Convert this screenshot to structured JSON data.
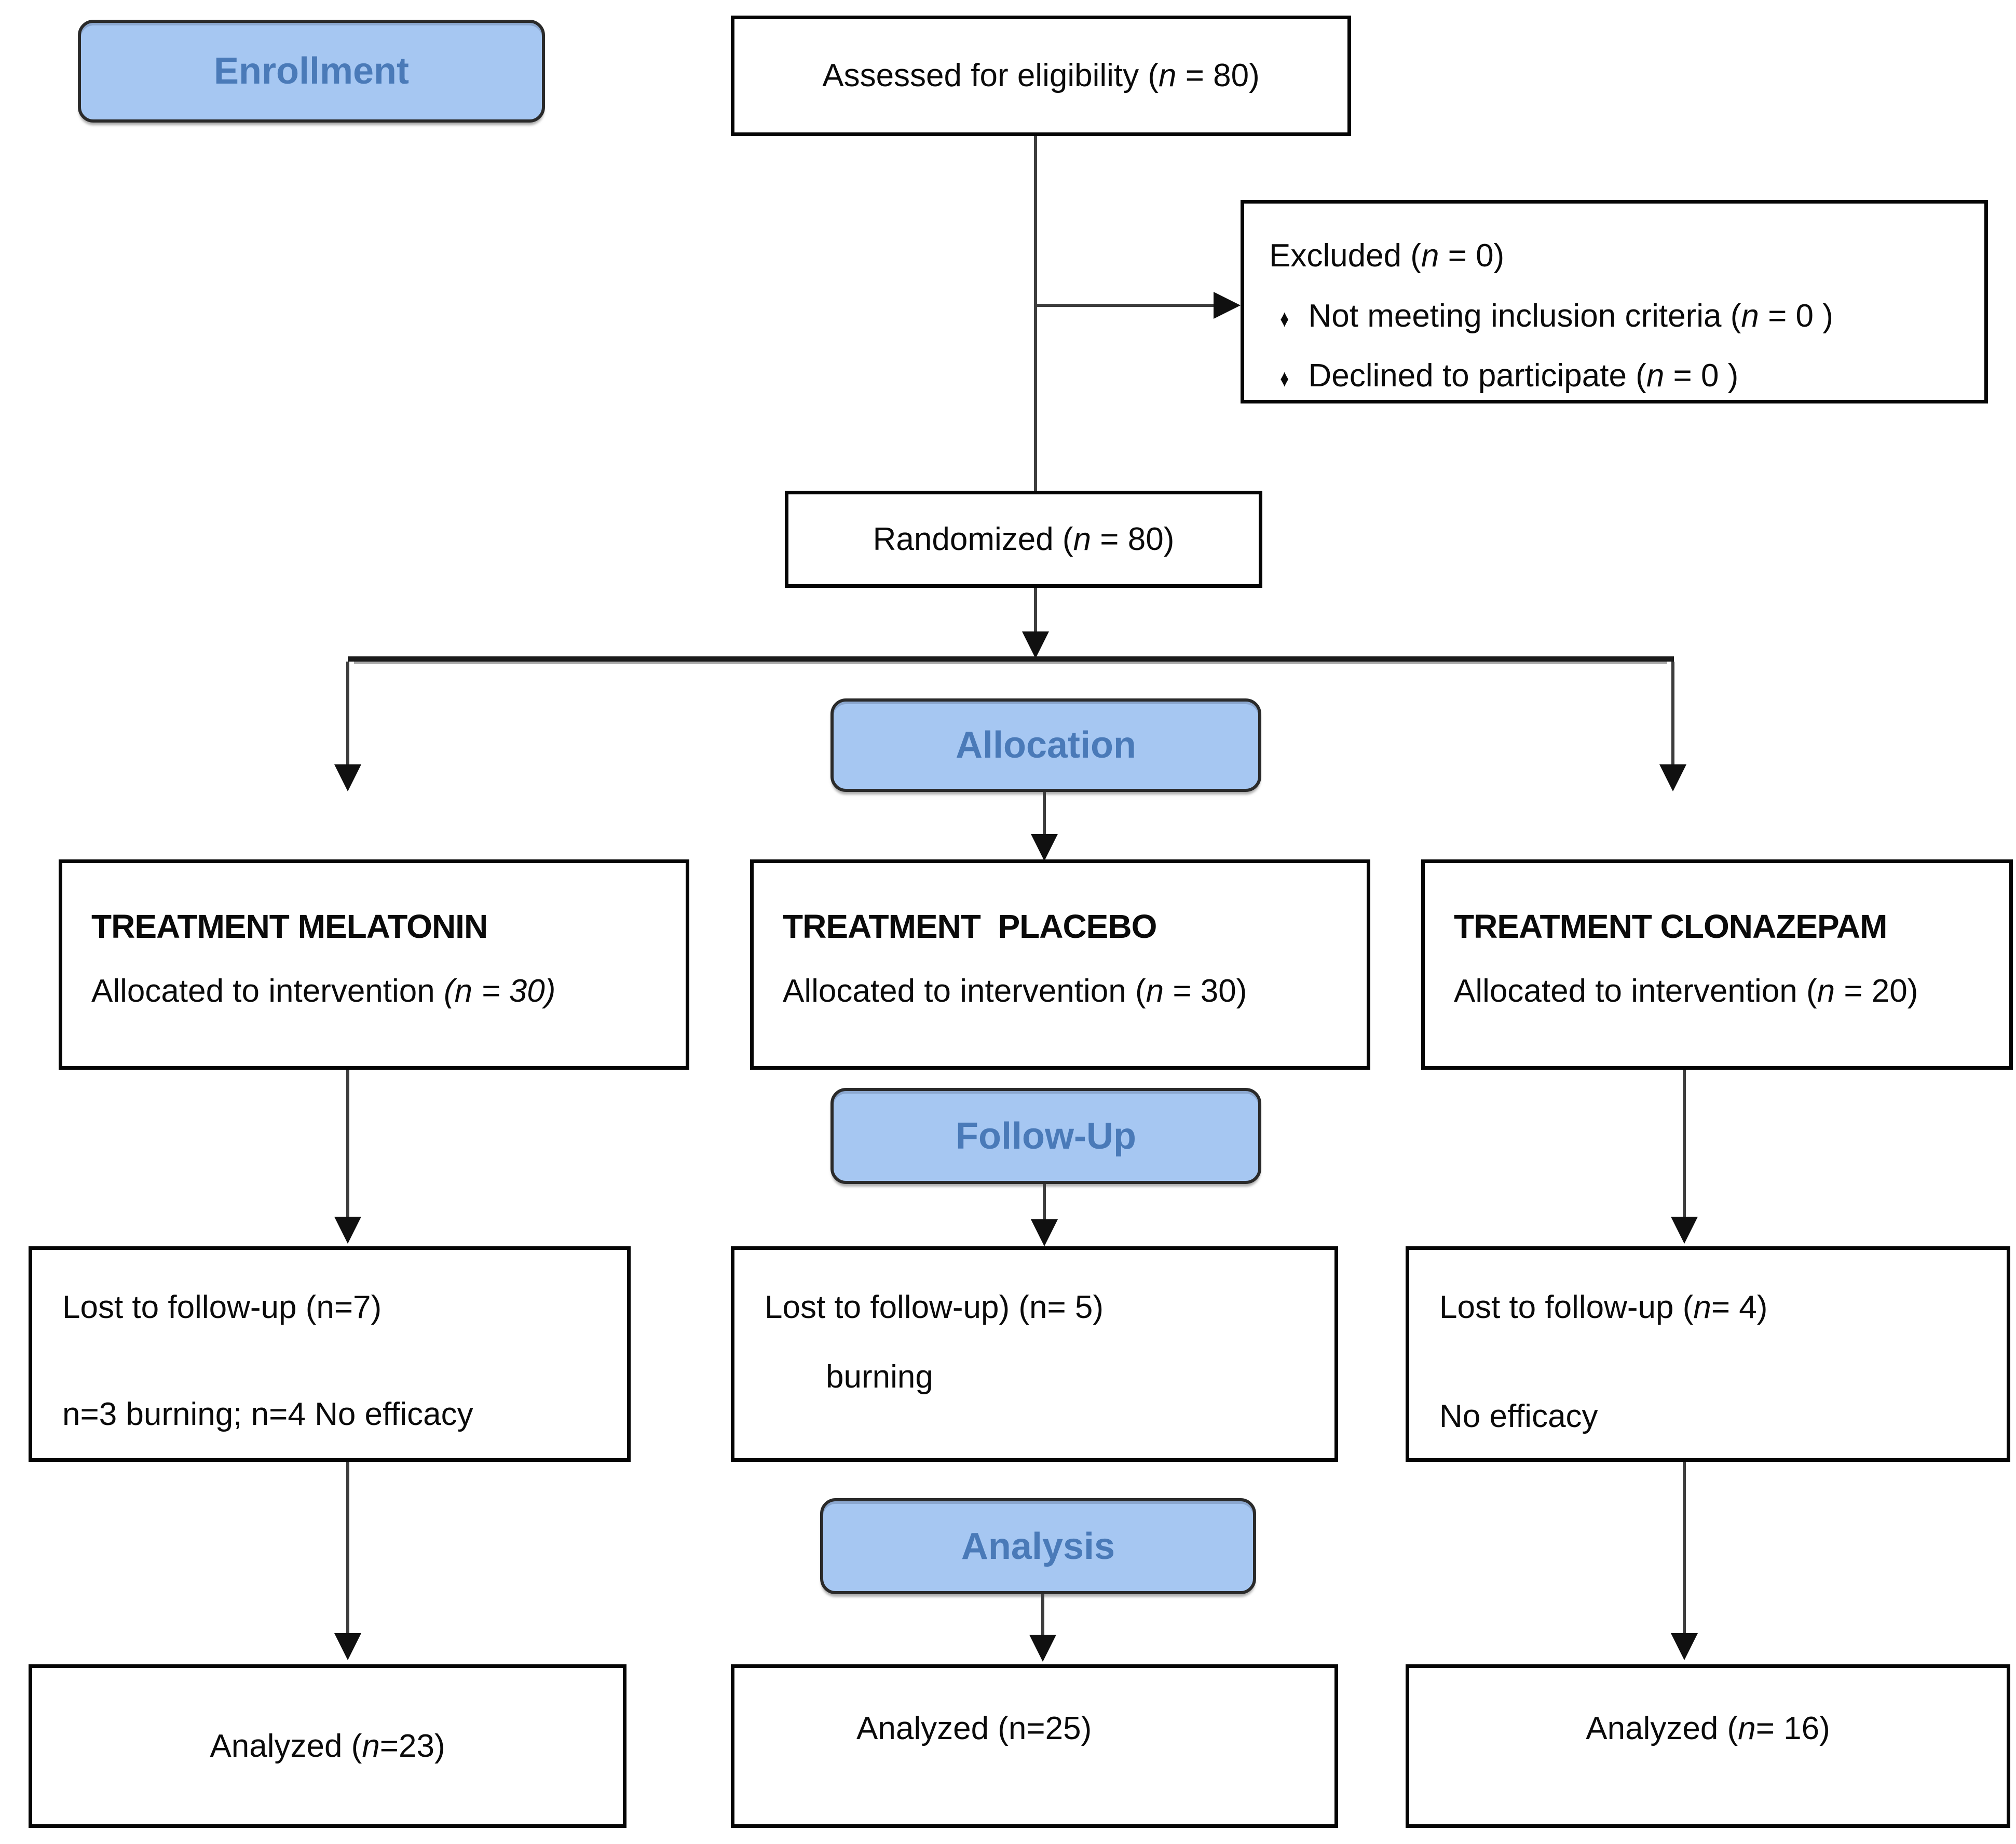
{
  "palette": {
    "chip_fill": "#a6c7f2",
    "chip_text": "#4a7ab8",
    "box_border": "#050505",
    "connector": "#3d3d3d"
  },
  "chips": {
    "enrollment": "Enrollment",
    "allocation": "Allocation",
    "followup": "Follow-Up",
    "analysis": "Analysis"
  },
  "assessed": {
    "pre": "Assessed for eligibility (",
    "it": "n",
    "post": " = 80)"
  },
  "excluded": {
    "title": {
      "pre": "Excluded (",
      "it": "n",
      "post": " = 0)"
    },
    "bullet_glyph": "♦",
    "items": [
      {
        "pre": "Not meeting inclusion criteria (",
        "it": "n",
        "post": " = 0 )"
      },
      {
        "pre": "Declined to participate (",
        "it": "n",
        "post": " = 0 )"
      }
    ]
  },
  "randomized": {
    "pre": "Randomized (",
    "it": "n",
    "post": " = 80)"
  },
  "arms": [
    {
      "title": "TREATMENT MELATONIN",
      "alloc": {
        "pre": "Allocated to intervention ",
        "it": "(n = 30)",
        "post": ""
      }
    },
    {
      "title": "TREATMENT  PLACEBO",
      "alloc": {
        "pre": "Allocated to intervention (",
        "it": "n",
        "post": " = 30)"
      }
    },
    {
      "title": "TREATMENT CLONAZEPAM",
      "alloc": {
        "pre": "Allocated to intervention (",
        "it": "n",
        "post": " = 20)"
      }
    }
  ],
  "lost": [
    {
      "line1": {
        "pre": "Lost to follow-up (n=7)",
        "it": "",
        "post": ""
      },
      "line2": "n=3 burning; n=4 No efficacy"
    },
    {
      "line1": {
        "pre": "Lost to follow-up) (n= 5)",
        "it": "",
        "post": ""
      },
      "line2": "burning"
    },
    {
      "line1": {
        "pre": "Lost to follow-up (",
        "it": "n",
        "post": "= 4)"
      },
      "line2": "No efficacy"
    }
  ],
  "analyzed": [
    {
      "pre": "Analyzed (",
      "it": "n",
      "post": "=23)"
    },
    {
      "pre": "Analyzed (n=25)",
      "it": "",
      "post": ""
    },
    {
      "pre": "Analyzed (",
      "it": "n",
      "post": "= 16)"
    }
  ]
}
